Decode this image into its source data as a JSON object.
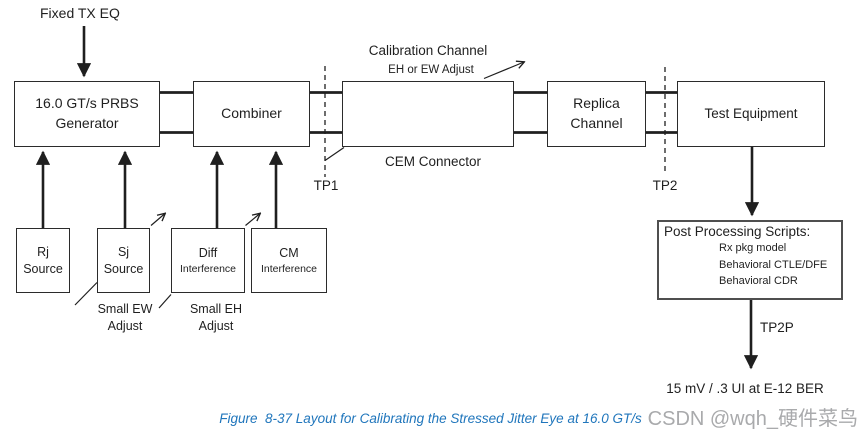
{
  "colors": {
    "line": "#1f1f1f",
    "box_border": "#2b2b2b",
    "pp_border": "#4f4f4f",
    "caption_blue": "#2076bc",
    "watermark_gray": "#a9aaac",
    "background": "#ffffff"
  },
  "labels": {
    "fixed_tx_eq": "Fixed TX EQ",
    "calibration_channel": "Calibration Channel",
    "eh_ew_adjust": "EH or EW Adjust",
    "cem_connector": "CEM Connector",
    "tp1": "TP1",
    "tp2": "TP2",
    "tp2p": "TP2P",
    "small_ew": {
      "line1": "Small EW",
      "line2": "Adjust"
    },
    "small_eh": {
      "line1": "Small EH",
      "line2": "Adjust"
    },
    "ber_result": "15 mV / .3 UI at E-12 BER"
  },
  "boxes": {
    "prbs_generator": {
      "line1": "16.0 GT/s PRBS",
      "line2": "Generator"
    },
    "combiner": {
      "label": "Combiner"
    },
    "replica_channel": {
      "line1": "Replica",
      "line2": "Channel"
    },
    "test_equipment": {
      "label": "Test Equipment"
    },
    "rj_source": {
      "line1": "Rj",
      "line2": "Source"
    },
    "sj_source": {
      "line1": "Sj",
      "line2": "Source"
    },
    "diff_interference": {
      "line1": "Diff",
      "line2": "Interference"
    },
    "cm_interference": {
      "line1": "CM",
      "line2": "Interference"
    },
    "post_processing": {
      "title": "Post Processing Scripts:",
      "items": [
        "Rx pkg model",
        "Behavioral CTLE/DFE",
        "Behavioral CDR"
      ]
    }
  },
  "caption": "Figure  8-37 Layout for Calibrating the Stressed Jitter Eye at 16.0 GT/s",
  "watermark": "CSDN @wqh_硬件菜鸟"
}
